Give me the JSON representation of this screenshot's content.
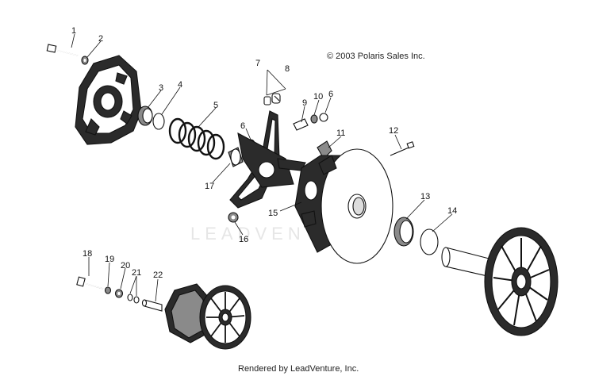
{
  "copyright": "© 2003 Polaris Sales Inc.",
  "watermark": "LEADVENTURE",
  "footer": "Rendered by LeadVenture, Inc.",
  "callouts": {
    "c1": "1",
    "c2": "2",
    "c3": "3",
    "c4": "4",
    "c5": "5",
    "c6a": "6",
    "c6b": "6",
    "c7": "7",
    "c8": "8",
    "c9": "9",
    "c10": "10",
    "c11": "11",
    "c12": "12",
    "c13": "13",
    "c14": "14",
    "c15": "15",
    "c16": "16",
    "c17": "17",
    "c18": "18",
    "c19": "19",
    "c20": "20",
    "c21": "21",
    "c22": "22"
  }
}
